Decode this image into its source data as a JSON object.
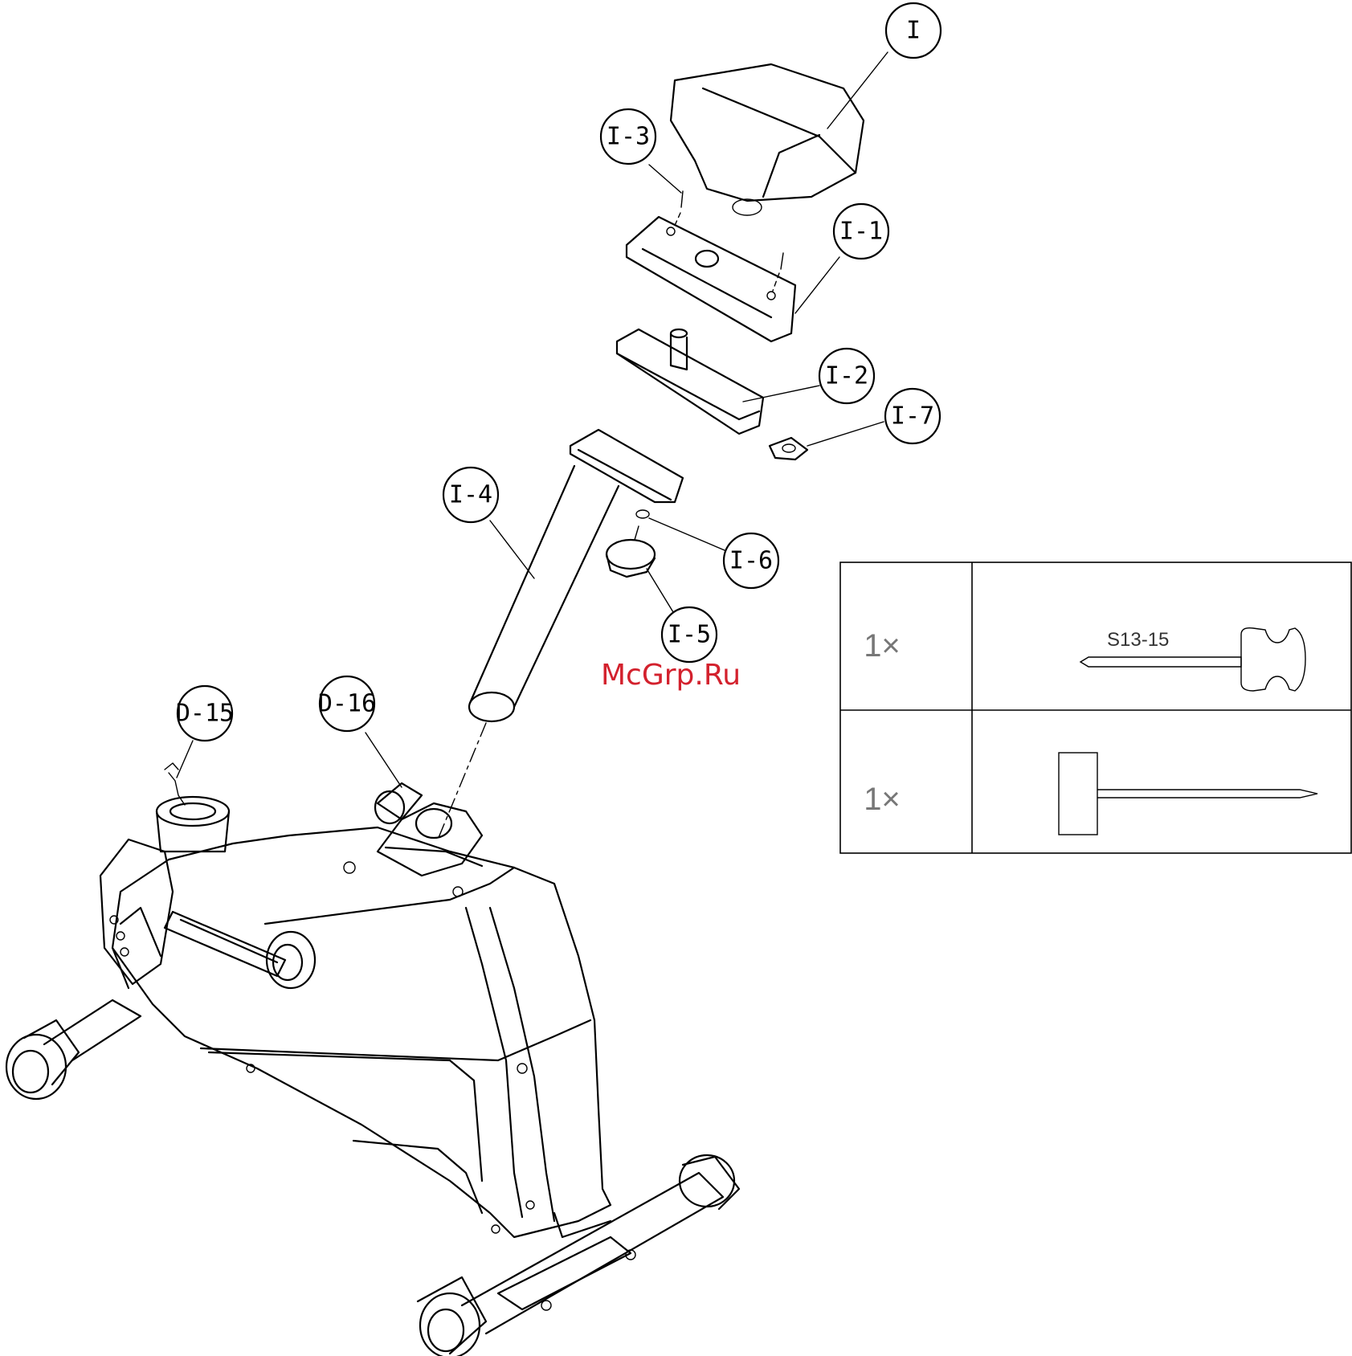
{
  "watermark": "McGrp.Ru",
  "callouts": {
    "seat": "I",
    "seat_screw": "I-3",
    "seat_cover": "I-1",
    "seat_rail": "I-2",
    "rail_clip": "I-7",
    "seat_post": "I-4",
    "washer": "I-6",
    "knob": "I-5",
    "sensor_wire": "D-15",
    "tension_knob": "D-16"
  },
  "tools_table": {
    "rows": [
      {
        "qty": "1×",
        "tool_label": "S13-15",
        "icon": "wrench-icon"
      },
      {
        "qty": "1×",
        "tool_label": "",
        "icon": "screwdriver-icon"
      }
    ]
  }
}
